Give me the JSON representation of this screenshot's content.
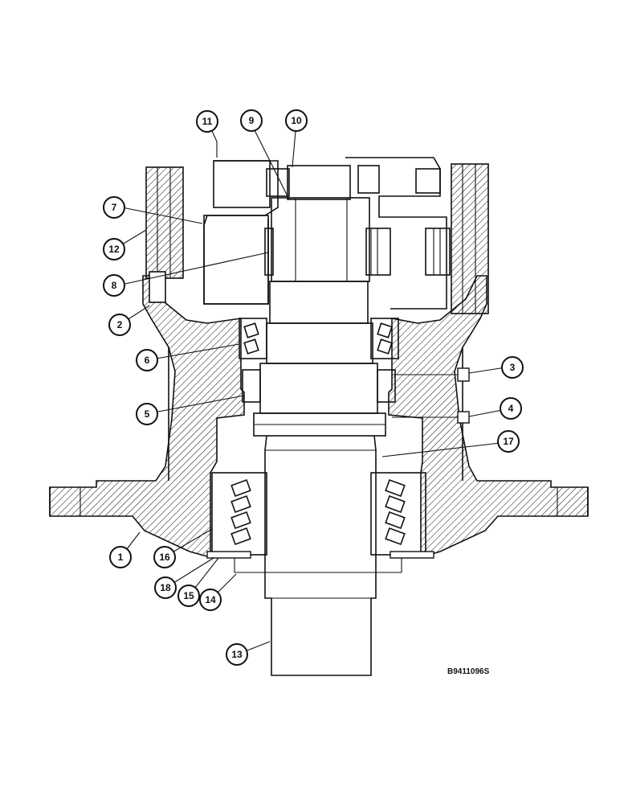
{
  "figure": {
    "drawing_number": "B9411096S"
  },
  "callouts": [
    {
      "label": "1"
    },
    {
      "label": "2"
    },
    {
      "label": "3"
    },
    {
      "label": "4"
    },
    {
      "label": "5"
    },
    {
      "label": "6"
    },
    {
      "label": "7"
    },
    {
      "label": "8"
    },
    {
      "label": "9"
    },
    {
      "label": "10"
    },
    {
      "label": "11"
    },
    {
      "label": "12"
    },
    {
      "label": "13"
    },
    {
      "label": "14"
    },
    {
      "label": "15"
    },
    {
      "label": "16"
    },
    {
      "label": "17"
    },
    {
      "label": "18"
    }
  ]
}
